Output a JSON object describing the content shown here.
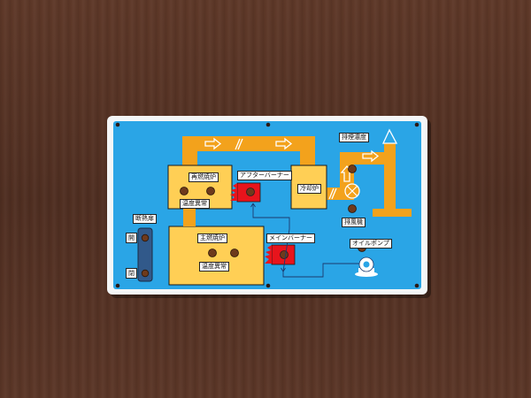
{
  "panel": {
    "furnace_second": "再燃焼炉",
    "temp_abnormal_1": "温度異常",
    "furnace_main": "主燃焼炉",
    "temp_abnormal_2": "温度異常",
    "after_burner": "アフターバーナー",
    "main_burner": "メインバーナー",
    "cooling_furnace": "冷却炉",
    "exhaust_concentration": "排煙濃度",
    "blower": "排風機",
    "oil_pump": "オイルポンプ",
    "heat_insulation_door": "断熱扉",
    "door_open": "開",
    "door_close": "閉"
  },
  "colors": {
    "wood": "#5a3526",
    "panel_blue": "#2aa5e6",
    "duct_orange": "#f3a21c",
    "furnace_yellow": "#ffcf55",
    "burner_red": "#e8141c",
    "indicator_brown": "#6e3a1c"
  }
}
